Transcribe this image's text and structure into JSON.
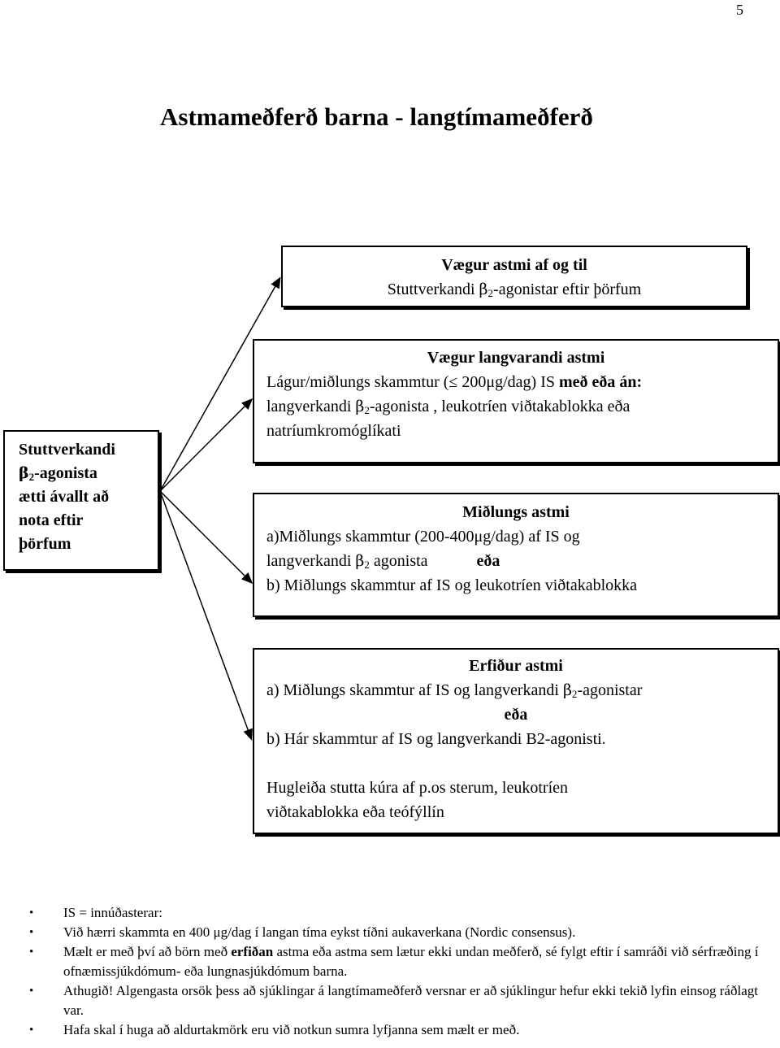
{
  "page_number": "5",
  "title": "Astmameðferð barna - langtímameðferð",
  "left_box": {
    "line1": "Stuttverkandi",
    "beta": "β",
    "sub": "2",
    "line2_suffix": "-agonista",
    "line3": "ætti ávallt að",
    "line4": "nota eftir",
    "line5": "þörfum"
  },
  "mild_intermittent": {
    "heading": "Vægur astmi af og til",
    "line_prefix": "Stuttverkandi ",
    "beta": "β",
    "sub": "2",
    "line_suffix": "-agonistar eftir þörfum"
  },
  "mild_persistent": {
    "heading": "Vægur langvarandi astmi",
    "line1_prefix": "Lágur/miðlungs skammtur (≤ 200μg/dag) IS ",
    "line1_bold": "með eða án:",
    "line2_prefix": "langverkandi ",
    "beta": "β",
    "sub": "2",
    "line2_suffix": "-agonista , leukotríen viðtakablokka eða",
    "line3": "natríumkromóglíkati"
  },
  "moderate": {
    "heading": "Miðlungs astmi",
    "line1": "a)Miðlungs skammtur (200-400μg/dag) af IS og",
    "line2_prefix": "langverkandi ",
    "beta": "β",
    "sub": "2",
    "line2_suffix": " agonista",
    "line2_bold": "eða",
    "line3": "b) Miðlungs skammtur af IS og leukotríen viðtakablokka"
  },
  "severe": {
    "heading": "Erfiður astmi",
    "line1_prefix": "a) Miðlungs skammtur af IS og langverkandi ",
    "beta": "β",
    "sub": "2",
    "line1_suffix": "-agonistar",
    "line2_bold": "eða",
    "line3": "b) Hár skammtur af IS og langverkandi B2-agonisti.",
    "line4": "Hugleiða  stutta kúra af p.os sterum, leukotríen",
    "line5": "viðtakablokka eða teófýllín"
  },
  "notes": {
    "bullet": "•",
    "item1": "IS = innúðasterar:",
    "item2": "Við hærri skammta en 400 μg/dag í langan tíma eykst tíðni aukaverkana  (Nordic consensus).",
    "item3_prefix": "Mælt er með því að börn með ",
    "item3_bold": "erfiðan",
    "item3_suffix": " astma eða astma sem lætur ekki undan meðferð, sé fylgt eftir í samráði við sérfræðing í ofnæmissjúkdómum- eða lungnasjúkdómum barna.",
    "item4": "Athugið! Algengasta orsök þess að sjúklingar á langtímameðferð versnar er að sjúklingur hefur ekki tekið lyfin einsog ráðlagt var.",
    "item5": "Hafa skal í huga að aldurtakmörk eru við notkun sumra lyfjanna sem mælt er með."
  }
}
